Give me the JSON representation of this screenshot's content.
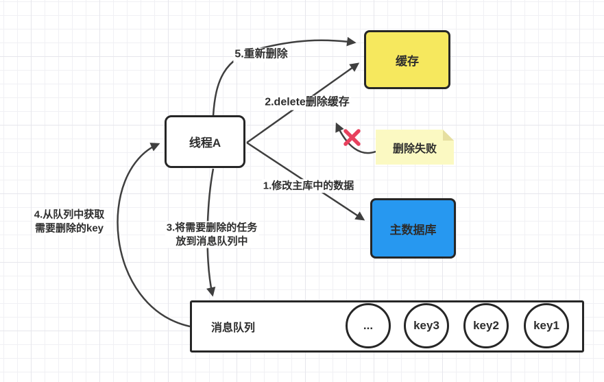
{
  "diagram": {
    "nodes": {
      "thread_a": {
        "label": "线程A"
      },
      "cache": {
        "label": "缓存"
      },
      "main_db": {
        "label": "主数据库"
      },
      "delete_failed_note": {
        "label": "删除失败"
      },
      "message_queue": {
        "label": "消息队列",
        "items": [
          "...",
          "key3",
          "key2",
          "key1"
        ]
      }
    },
    "edge_labels": {
      "step1": "1.修改主库中的数据",
      "step2": "2.delete删除缓存",
      "step3_line1": "3.将需要删除的任务",
      "step3_line2": "放到消息队列中",
      "step4_line1": "4.从队列中获取",
      "step4_line2": "需要删除的key",
      "step5": "5.重新删除"
    },
    "icons": {
      "failure_x": "✕"
    }
  },
  "colors": {
    "cache-fill": "#f6e85e",
    "db-fill": "#2798f0",
    "note-fill": "#fbf9c2",
    "note-fold": "#e6dfa0",
    "node-border": "#262626",
    "edge-color": "#3f3f3f",
    "text-color": "#2d2d2d",
    "x-mark": "#e8415e",
    "grid-line": "#f0f0f4",
    "grid-line-strong": "#e6e6ec"
  }
}
